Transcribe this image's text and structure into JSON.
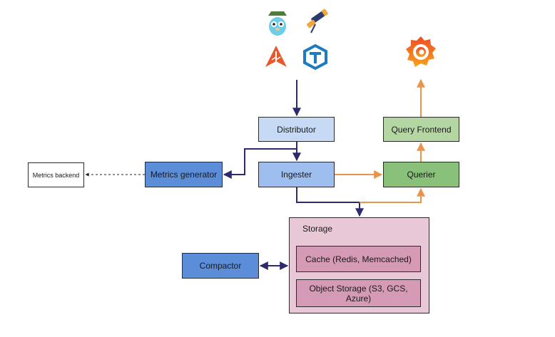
{
  "nodes": {
    "distributor": "Distributor",
    "ingester": "Ingester",
    "metrics_generator": "Metrics generator",
    "metrics_backend": "Metrics backend",
    "query_frontend": "Query Frontend",
    "querier": "Querier",
    "compactor": "Compactor",
    "storage": "Storage",
    "cache": "Cache (Redis, Memcached)",
    "object_storage": "Object Storage (S3, GCS, Azure)"
  },
  "icons": {
    "client_logos": [
      "gopher-mascot-icon",
      "telescope-icon",
      "opentelemetry-arrow-icon",
      "tempo-t-icon"
    ],
    "viz_logo": "grafana-icon"
  },
  "colors": {
    "write_path": "#2e2a6e",
    "read_path": "#e8944a"
  }
}
